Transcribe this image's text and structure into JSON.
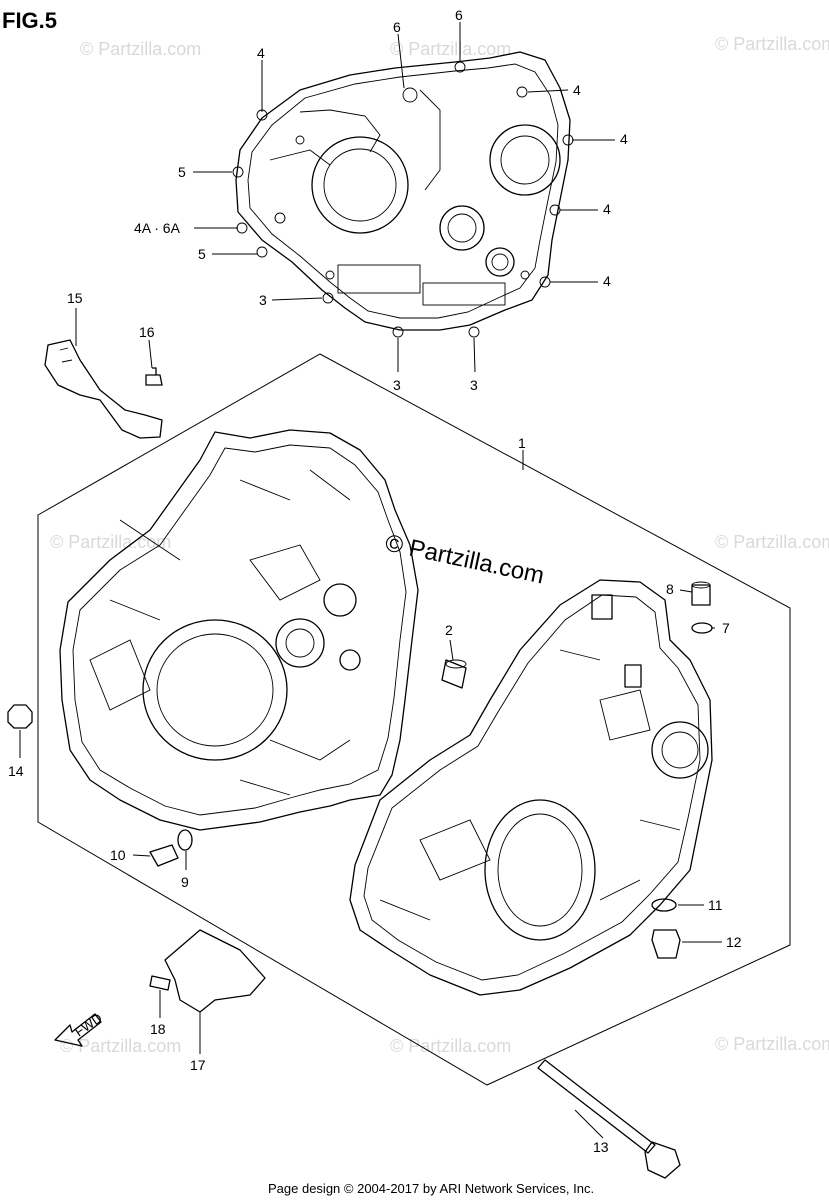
{
  "figure_title": "FIG.5",
  "watermark_text": "© Partzilla.com",
  "brand_overlay": "© Partzilla.com",
  "footer": "Page design © 2004-2017 by ARI Network Services, Inc.",
  "fwd_label": "FWD",
  "callouts": [
    {
      "id": "6a",
      "text": "6"
    },
    {
      "id": "6b",
      "text": "6"
    },
    {
      "id": "4a",
      "text": "4"
    },
    {
      "id": "4b",
      "text": "4"
    },
    {
      "id": "4c",
      "text": "4"
    },
    {
      "id": "4d",
      "text": "4"
    },
    {
      "id": "4e",
      "text": "4"
    },
    {
      "id": "5a",
      "text": "5"
    },
    {
      "id": "4a6a",
      "text": "4A · 6A"
    },
    {
      "id": "5b",
      "text": "5"
    },
    {
      "id": "3a",
      "text": "3"
    },
    {
      "id": "3b",
      "text": "3"
    },
    {
      "id": "3c",
      "text": "3"
    },
    {
      "id": "15",
      "text": "15"
    },
    {
      "id": "16",
      "text": "16"
    },
    {
      "id": "1",
      "text": "1"
    },
    {
      "id": "2",
      "text": "2"
    },
    {
      "id": "8",
      "text": "8"
    },
    {
      "id": "7",
      "text": "7"
    },
    {
      "id": "14",
      "text": "14"
    },
    {
      "id": "10",
      "text": "10"
    },
    {
      "id": "9",
      "text": "9"
    },
    {
      "id": "11",
      "text": "11"
    },
    {
      "id": "12",
      "text": "12"
    },
    {
      "id": "18",
      "text": "18"
    },
    {
      "id": "17",
      "text": "17"
    },
    {
      "id": "13",
      "text": "13"
    }
  ]
}
